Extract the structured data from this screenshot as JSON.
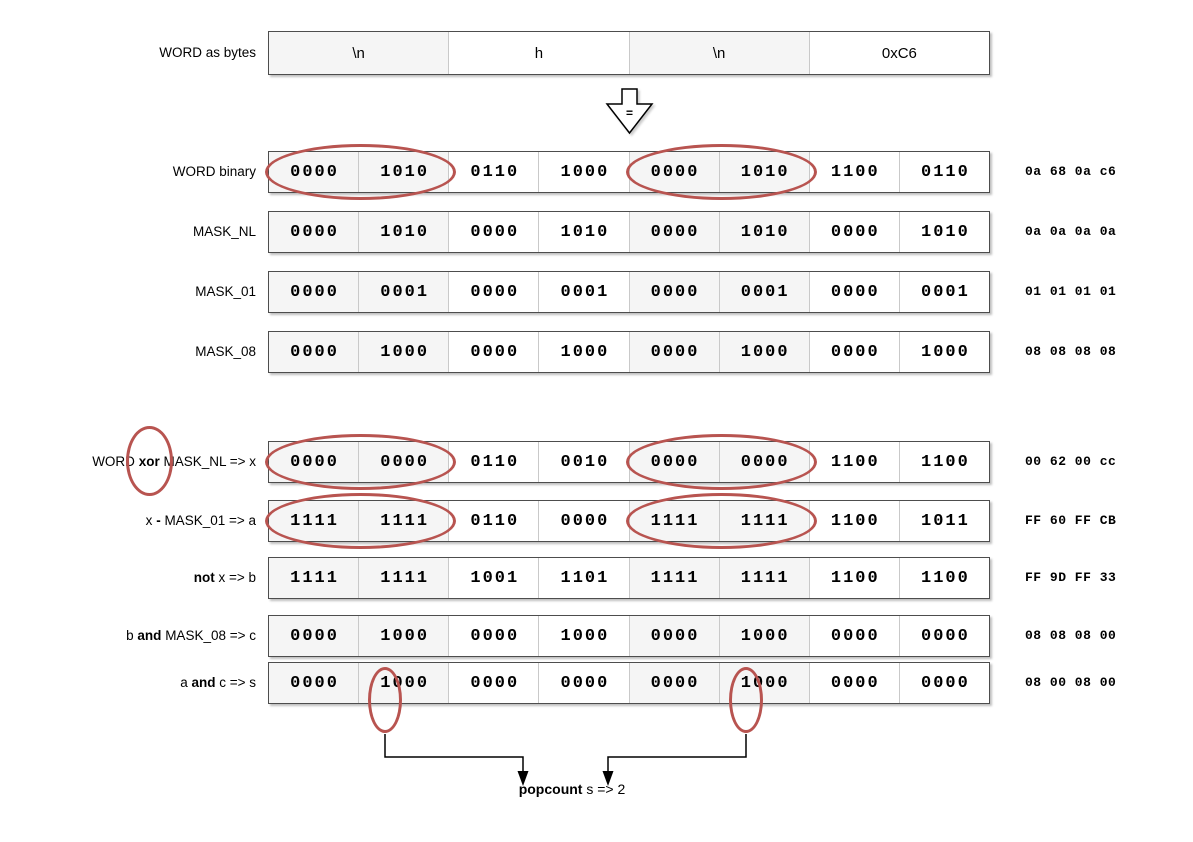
{
  "colors": {
    "highlight_red": "#b85450",
    "cell_gray": "#f5f5f5",
    "cell_white": "#ffffff"
  },
  "word_bytes": {
    "label": "WORD as bytes",
    "cells": [
      "\\n",
      "h",
      "\\n",
      "0xC6"
    ]
  },
  "equals_arrow": {
    "label": "="
  },
  "rows": [
    {
      "id": "word-binary",
      "label": [
        {
          "t": "WORD binary"
        }
      ],
      "nibbles": [
        "0000",
        "1010",
        "0110",
        "1000",
        "0000",
        "1010",
        "1100",
        "0110"
      ],
      "hex": "0a 68 0a c6",
      "byte_ellipses": [
        0,
        2
      ]
    },
    {
      "id": "mask-nl",
      "label": [
        {
          "t": "MASK_NL"
        }
      ],
      "nibbles": [
        "0000",
        "1010",
        "0000",
        "1010",
        "0000",
        "1010",
        "0000",
        "1010"
      ],
      "hex": "0a 0a 0a 0a"
    },
    {
      "id": "mask-01",
      "label": [
        {
          "t": "MASK_01"
        }
      ],
      "nibbles": [
        "0000",
        "0001",
        "0000",
        "0001",
        "0000",
        "0001",
        "0000",
        "0001"
      ],
      "hex": "01 01 01 01"
    },
    {
      "id": "mask-08",
      "label": [
        {
          "t": "MASK_08"
        }
      ],
      "nibbles": [
        "0000",
        "1000",
        "0000",
        "1000",
        "0000",
        "1000",
        "0000",
        "1000"
      ],
      "hex": "08 08 08 08"
    },
    {
      "id": "x",
      "label": [
        {
          "t": "WORD "
        },
        {
          "t": "xor",
          "b": true,
          "circle": true
        },
        {
          "t": " MASK_NL => x"
        }
      ],
      "nibbles": [
        "0000",
        "0000",
        "0110",
        "0010",
        "0000",
        "0000",
        "1100",
        "1100"
      ],
      "hex": "00 62 00 cc",
      "byte_ellipses": [
        0,
        2
      ]
    },
    {
      "id": "a",
      "label": [
        {
          "t": "x "
        },
        {
          "t": "-",
          "b": true
        },
        {
          "t": " MASK_01 => a"
        }
      ],
      "nibbles": [
        "1111",
        "1111",
        "0110",
        "0000",
        "1111",
        "1111",
        "1100",
        "1011"
      ],
      "hex": "FF 60 FF CB",
      "byte_ellipses": [
        0,
        2
      ]
    },
    {
      "id": "b",
      "label": [
        {
          "t": "not",
          "b": true
        },
        {
          "t": " x => b"
        }
      ],
      "nibbles": [
        "1111",
        "1111",
        "1001",
        "1101",
        "1111",
        "1111",
        "1100",
        "1100"
      ],
      "hex": "FF 9D FF 33"
    },
    {
      "id": "c",
      "label": [
        {
          "t": "b "
        },
        {
          "t": "and",
          "b": true
        },
        {
          "t": " MASK_08 => c"
        }
      ],
      "nibbles": [
        "0000",
        "1000",
        "0000",
        "1000",
        "0000",
        "1000",
        "0000",
        "0000"
      ],
      "hex": "08 08 08 00"
    },
    {
      "id": "s",
      "label": [
        {
          "t": "a "
        },
        {
          "t": "and",
          "b": true
        },
        {
          "t": " c => s"
        }
      ],
      "nibbles": [
        "0000",
        "1000",
        "0000",
        "0000",
        "0000",
        "1000",
        "0000",
        "0000"
      ],
      "hex": "08 00 08 00",
      "bit_circles": [
        1,
        5
      ]
    }
  ],
  "popcount": {
    "op": "popcount",
    "rest": " s => 2"
  }
}
